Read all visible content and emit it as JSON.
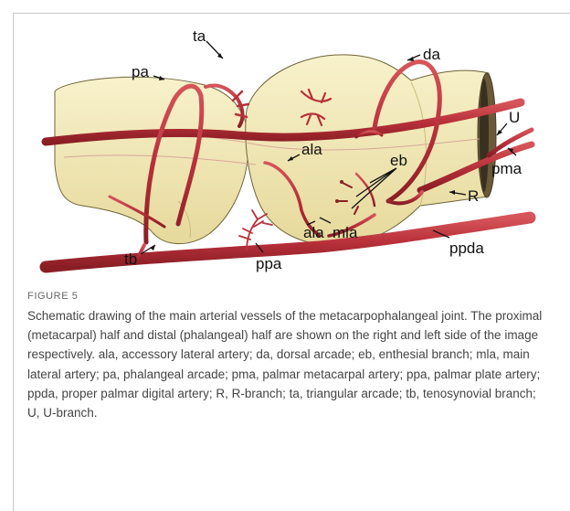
{
  "figure": {
    "label": "FIGURE 5",
    "caption": "Schematic drawing of the main arterial vessels of the metacarpophalangeal joint. The proximal (metacarpal) half and distal (phalangeal) half are shown on the right and left side of the image respectively. ala, accessory lateral artery; da, dorsal arcade; eb, enthesial branch; mla, main lateral artery; pa, phalangeal arcade; pma, palmar metacarpal artery; ppa, palmar plate artery; ppda, proper palmar digital artery; R, R-branch; ta, triangular arcade; tb, tenosynovial branch; U, U-branch.",
    "image_labels": {
      "ta": "ta",
      "pa": "pa",
      "da": "da",
      "U": "U",
      "ala_upper": "ala",
      "eb": "eb",
      "pma": "pma",
      "R": "R",
      "ala_lower": "ala",
      "mla": "mla",
      "tb": "tb",
      "ppa": "ppa",
      "ppda": "ppda"
    },
    "colors": {
      "bone": "#f3ebb6",
      "bone_shade": "#e2d699",
      "artery": "#c0393f",
      "artery_dark": "#8a1e25"
    }
  }
}
